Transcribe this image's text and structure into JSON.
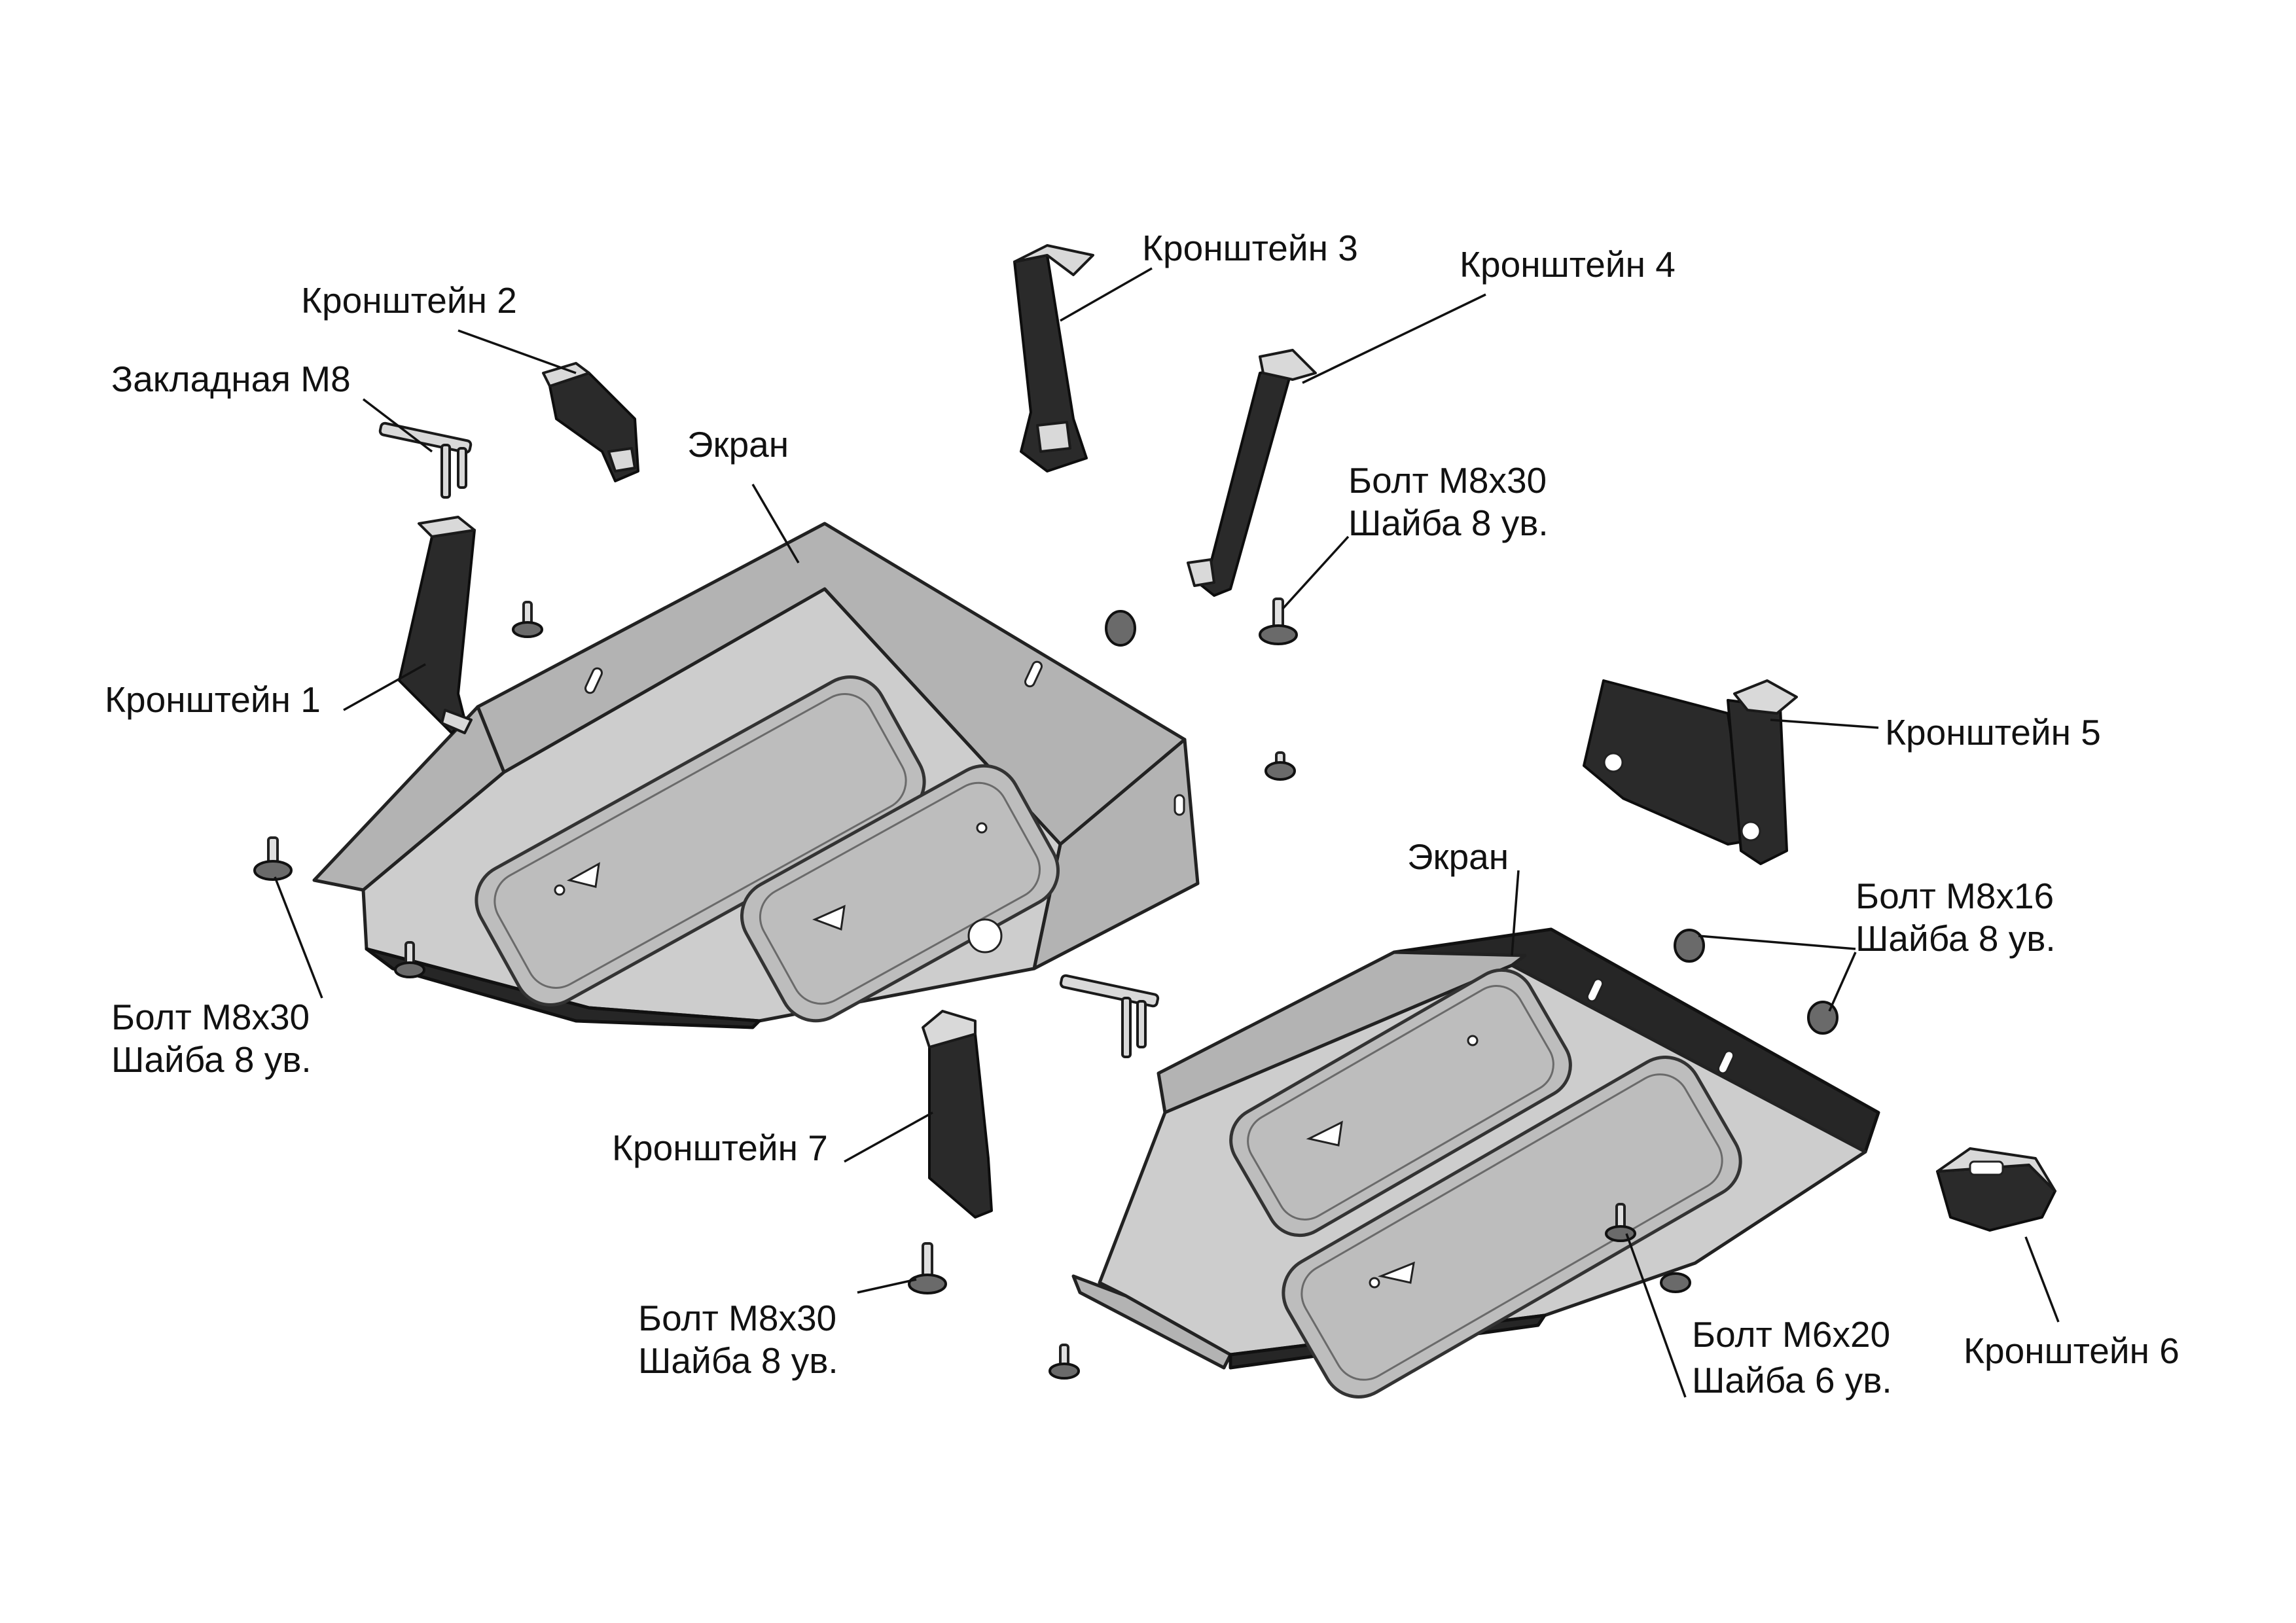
{
  "labels": {
    "bracket_1": "Кронштейн 1",
    "bracket_2": "Кронштейн 2",
    "bracket_3": "Кронштейн 3",
    "bracket_4": "Кронштейн 4",
    "bracket_5": "Кронштейн 5",
    "bracket_6": "Кронштейн 6",
    "bracket_7": "Кронштейн 7",
    "embed_m8": "Закладная М8",
    "screen_left": "Экран",
    "screen_right": "Экран",
    "bolt_left": {
      "bolt": "Болт М8х30",
      "washer": "Шайба 8 ув."
    },
    "bolt_top": {
      "bolt": "Болт М8х30",
      "washer": "Шайба 8 ув."
    },
    "bolt_bottom": {
      "bolt": "Болт М8х30",
      "washer": "Шайба 8 ув."
    },
    "bolt_m8x16": {
      "bolt": "Болт М8х16",
      "washer": "Шайба 8 ув."
    },
    "bolt_m6x20": {
      "bolt": "Болт М6х20",
      "washer": "Шайба 6 ув."
    }
  }
}
